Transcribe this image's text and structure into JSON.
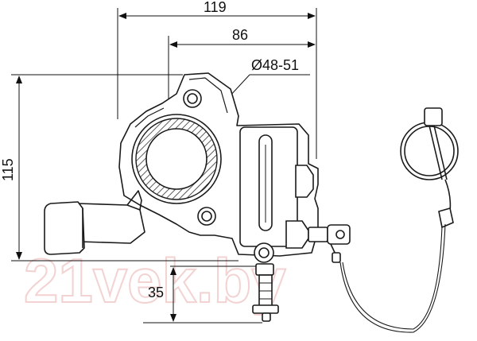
{
  "drawing": {
    "dimensions": {
      "overall_width": "119",
      "clamp_offset": "86",
      "bore_diameter": "Ø48-51",
      "overall_height": "115",
      "lower_offset": "35"
    },
    "watermark": "21vek.by",
    "line_color": "#1a1a1a",
    "hatch_color": "#333333",
    "watermark_color": "#f3d2d2"
  }
}
